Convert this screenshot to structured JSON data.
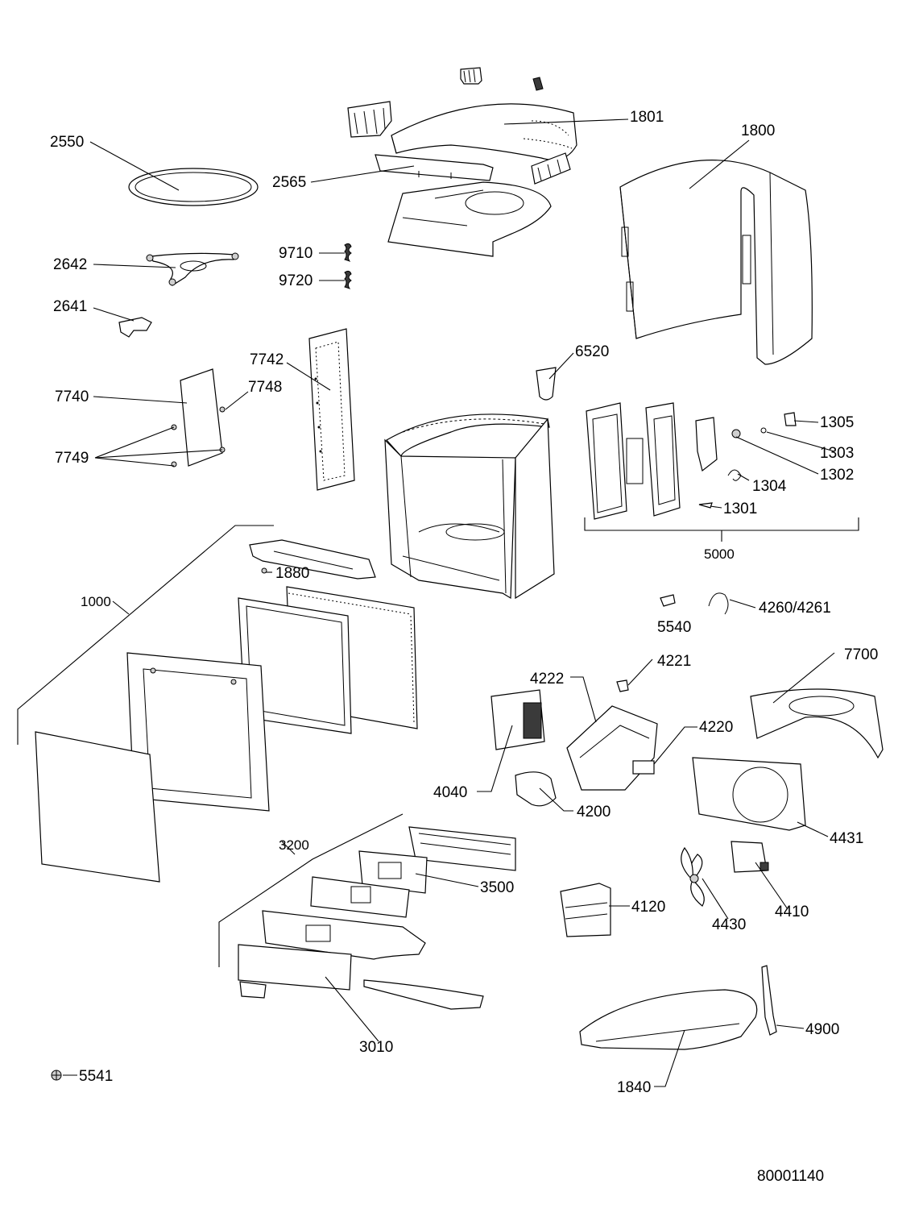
{
  "document_number": "80001140",
  "parts": {
    "p1801": "1801",
    "p1800": "1800",
    "p2550": "2550",
    "p2565": "2565",
    "p2642": "2642",
    "p9710": "9710",
    "p9720": "9720",
    "p2641": "2641",
    "p7742": "7742",
    "p6520": "6520",
    "p7740": "7740",
    "p7748": "7748",
    "p7749": "7749",
    "p1305": "1305",
    "p1303": "1303",
    "p1302": "1302",
    "p1304": "1304",
    "p1301": "1301",
    "p5000": "5000",
    "p1880": "1880",
    "p1000": "1000",
    "p4260": "4260/4261",
    "p5540": "5540",
    "p4221": "4221",
    "p7700": "7700",
    "p4222": "4222",
    "p4220": "4220",
    "p4040": "4040",
    "p4200": "4200",
    "p4431": "4431",
    "p3200": "3200",
    "p3500": "3500",
    "p4120": "4120",
    "p4430": "4430",
    "p4410": "4410",
    "p4900": "4900",
    "p3010": "3010",
    "p5541": "5541",
    "p1840": "1840"
  }
}
